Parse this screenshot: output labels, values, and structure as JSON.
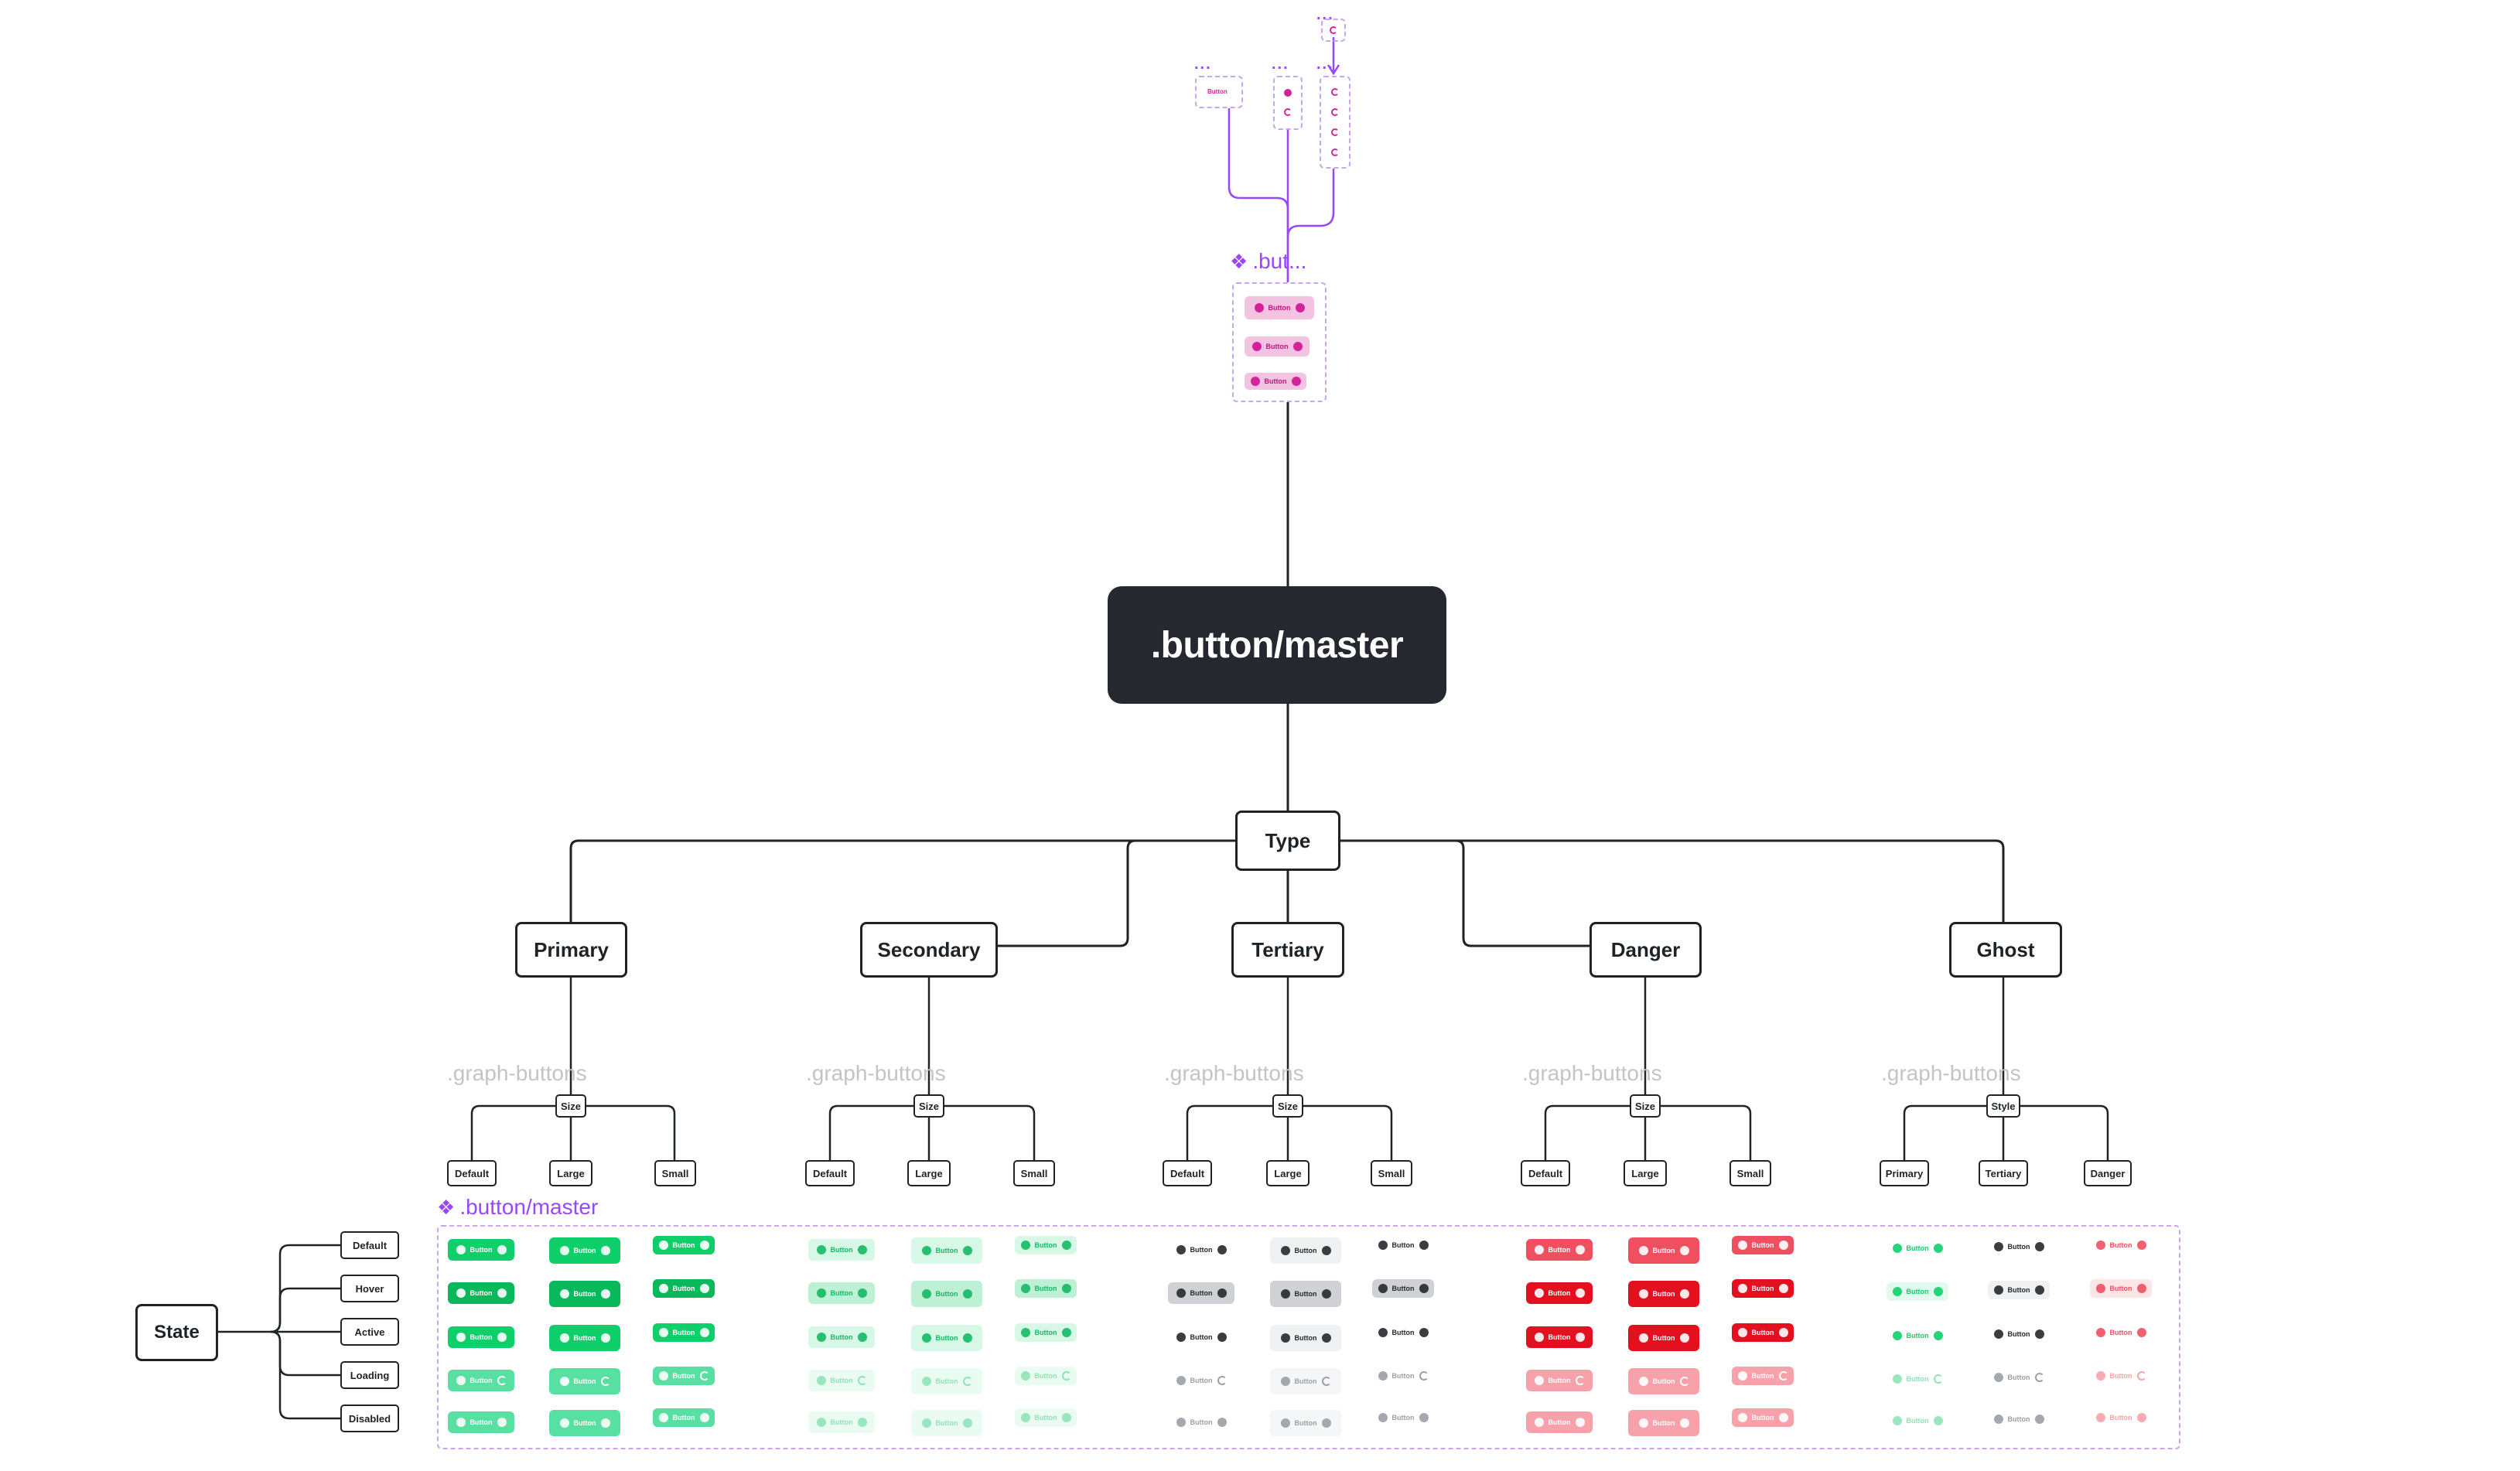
{
  "root_component": {
    "title": ".but...",
    "button_label": "Button",
    "top_dots": "...",
    "sample_dots_a": "...",
    "sample_dots_b": "...",
    "sample_dots_c": "...",
    "sample_button_label": "Button"
  },
  "master": {
    "label": ".button/master"
  },
  "type_node": {
    "label": "Type"
  },
  "types": [
    {
      "label": "Primary",
      "graph_label": ".graph-buttons",
      "sub": "Size",
      "leaves": [
        "Default",
        "Large",
        "Small"
      ]
    },
    {
      "label": "Secondary",
      "graph_label": ".graph-buttons",
      "sub": "Size",
      "leaves": [
        "Default",
        "Large",
        "Small"
      ]
    },
    {
      "label": "Tertiary",
      "graph_label": ".graph-buttons",
      "sub": "Size",
      "leaves": [
        "Default",
        "Large",
        "Small"
      ]
    },
    {
      "label": "Danger",
      "graph_label": ".graph-buttons",
      "sub": "Size",
      "leaves": [
        "Default",
        "Large",
        "Small"
      ]
    },
    {
      "label": "Ghost",
      "graph_label": ".graph-buttons",
      "sub": "Style",
      "leaves": [
        "Primary",
        "Tertiary",
        "Danger"
      ]
    }
  ],
  "state": {
    "label": "State",
    "leaves": [
      "Default",
      "Hover",
      "Active",
      "Loading",
      "Disabled"
    ]
  },
  "master_frame": {
    "title": ".button/master",
    "button_label": "Button"
  },
  "colors": {
    "primary": "#0fcf6b",
    "primary_hover": "#0ab35b",
    "secondary_bg": "#d4f7e4",
    "tertiary_dark": "#25292f",
    "danger": "#f04f5f",
    "danger_active": "#e3101f",
    "accent_purple": "#9747ff",
    "pink": "#f3c4e2"
  }
}
